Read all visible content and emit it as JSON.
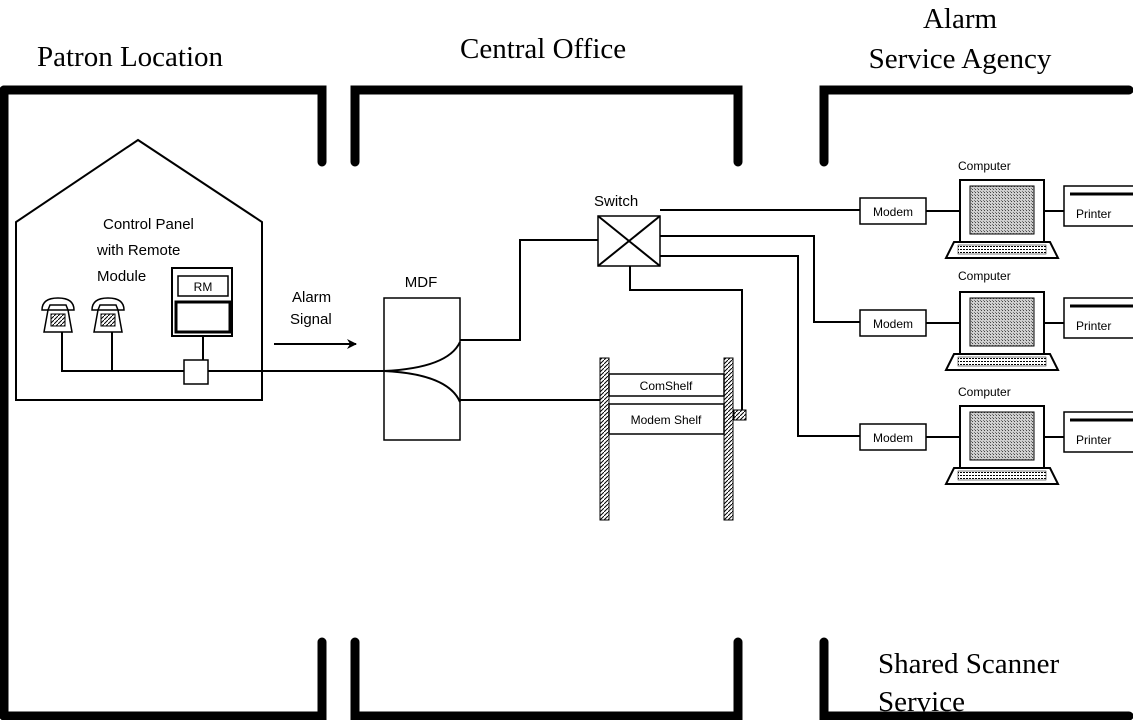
{
  "zones": {
    "patron_location": "Patron Location",
    "central_office": "Central Office",
    "alarm_agency_line1": "Alarm",
    "alarm_agency_line2": "Service Agency",
    "shared_scanner_line1": "Shared Scanner",
    "shared_scanner_line2": "Service"
  },
  "patron": {
    "control_panel_line1": "Control Panel",
    "control_panel_line2": "with Remote",
    "control_panel_line3": "Module",
    "rm_label": "RM",
    "alarm_signal_line1": "Alarm",
    "alarm_signal_line2": "Signal"
  },
  "central_office": {
    "mdf_label": "MDF",
    "switch_label": "Switch",
    "com_shelf_label": "ComShelf",
    "modem_shelf_label": "Modem Shelf"
  },
  "agency": {
    "stations": [
      {
        "computer_label": "Computer",
        "modem_label": "Modem",
        "printer_label": "Printer"
      },
      {
        "computer_label": "Computer",
        "modem_label": "Modem",
        "printer_label": "Printer"
      },
      {
        "computer_label": "Computer",
        "modem_label": "Modem",
        "printer_label": "Printer"
      }
    ]
  }
}
